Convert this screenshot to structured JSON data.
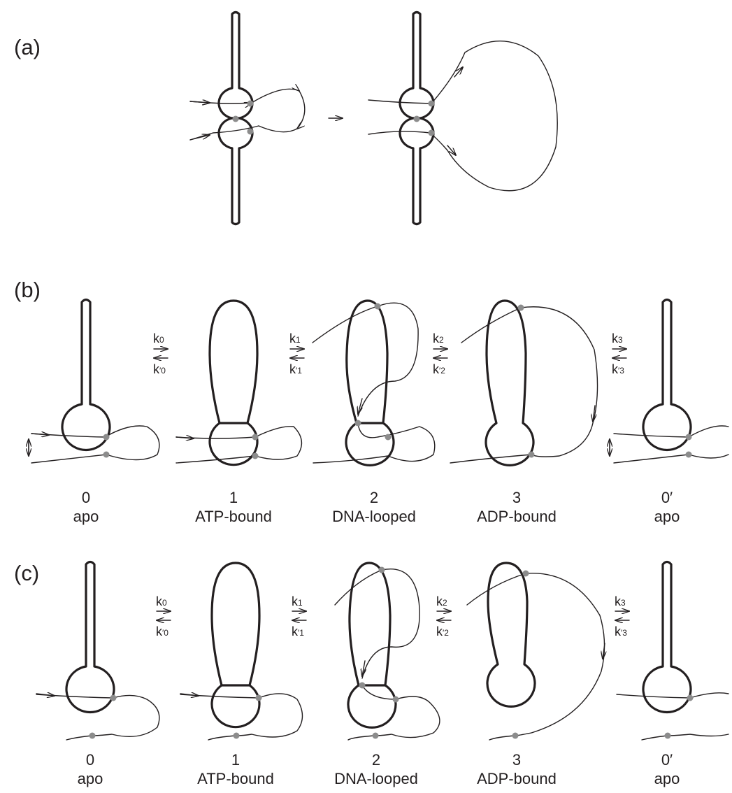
{
  "panels": [
    {
      "label": "(a)"
    },
    {
      "label": "(b)",
      "states": [
        {
          "number": "0",
          "name": "apo"
        },
        {
          "number": "1",
          "name": "ATP-bound"
        },
        {
          "number": "2",
          "name": "DNA-looped"
        },
        {
          "number": "3",
          "name": "ADP-bound"
        },
        {
          "number": "0′",
          "name": "apo"
        }
      ],
      "rates": [
        {
          "forward": "k",
          "forward_sub": "0",
          "reverse": "k",
          "reverse_sub": "′0"
        },
        {
          "forward": "k",
          "forward_sub": "1",
          "reverse": "k",
          "reverse_sub": "′1"
        },
        {
          "forward": "k",
          "forward_sub": "2",
          "reverse": "k",
          "reverse_sub": "′2"
        },
        {
          "forward": "k",
          "forward_sub": "3",
          "reverse": "k",
          "reverse_sub": "′3"
        }
      ]
    },
    {
      "label": "(c)",
      "states": [
        {
          "number": "0",
          "name": "apo"
        },
        {
          "number": "1",
          "name": "ATP-bound"
        },
        {
          "number": "2",
          "name": "DNA-looped"
        },
        {
          "number": "3",
          "name": "ADP-bound"
        },
        {
          "number": "0′",
          "name": "apo"
        }
      ],
      "rates": [
        {
          "forward": "k",
          "forward_sub": "0",
          "reverse": "k",
          "reverse_sub": "′0"
        },
        {
          "forward": "k",
          "forward_sub": "1",
          "reverse": "k",
          "reverse_sub": "′1"
        },
        {
          "forward": "k",
          "forward_sub": "2",
          "reverse": "k",
          "reverse_sub": "′2"
        },
        {
          "forward": "k",
          "forward_sub": "3",
          "reverse": "k",
          "reverse_sub": "′3"
        }
      ]
    }
  ],
  "colors": {
    "ink": "#231f20",
    "binding_site": "#8c8c8c"
  }
}
